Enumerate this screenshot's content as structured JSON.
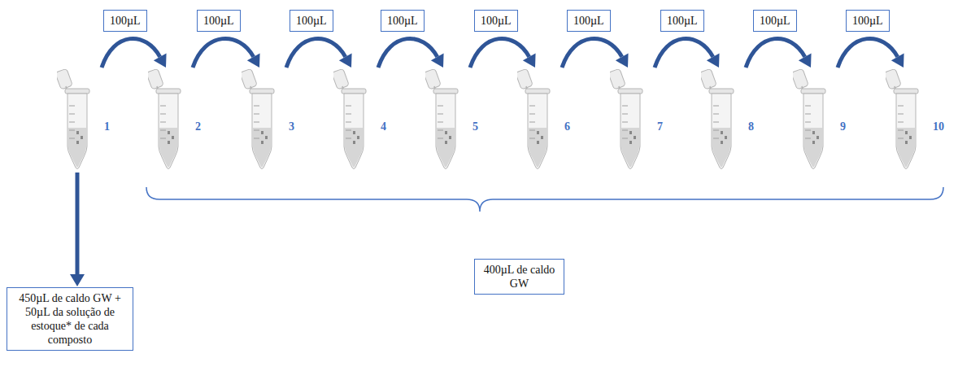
{
  "diagram": {
    "nodes": [
      {
        "text": [
          "100µL"
        ]
      },
      {
        "text": [
          "100µL"
        ]
      },
      {
        "text": [
          "100µL"
        ]
      },
      {
        "text": [
          "100µL"
        ]
      },
      {
        "text": [
          "100µL"
        ]
      },
      {
        "text": [
          "100µL"
        ]
      },
      {
        "text": [
          "100µL"
        ]
      },
      {
        "text": [
          "100µL"
        ]
      },
      {
        "text": [
          "100µL"
        ]
      },
      {
        "text": [
          "1"
        ]
      },
      {
        "text": [
          "2"
        ]
      },
      {
        "text": [
          "3"
        ]
      },
      {
        "text": [
          "4"
        ]
      },
      {
        "text": [
          "5"
        ]
      },
      {
        "text": [
          "6"
        ]
      },
      {
        "text": [
          "7"
        ]
      },
      {
        "text": [
          "8"
        ]
      },
      {
        "text": [
          "9"
        ]
      },
      {
        "text": [
          "10"
        ]
      },
      {
        "text": [
          "450µL de caldo GW + 50µL da solução de estoque* de cada composto"
        ]
      },
      {
        "text": [
          "400µL de caldo GW"
        ]
      }
    ],
    "edges": [
      {
        "from": 9,
        "to": 10,
        "arrow": "to"
      },
      {
        "from": 10,
        "to": 11,
        "arrow": "to"
      },
      {
        "from": 11,
        "to": 12,
        "arrow": "to"
      },
      {
        "from": 12,
        "to": 13,
        "arrow": "to"
      },
      {
        "from": 13,
        "to": 14,
        "arrow": "to"
      },
      {
        "from": 14,
        "to": 15,
        "arrow": "to"
      },
      {
        "from": 15,
        "to": 16,
        "arrow": "to"
      },
      {
        "from": 16,
        "to": 17,
        "arrow": "to"
      },
      {
        "from": 17,
        "to": 18,
        "arrow": "to"
      },
      {
        "from": 9,
        "to": 19,
        "arrow": "to"
      }
    ]
  }
}
